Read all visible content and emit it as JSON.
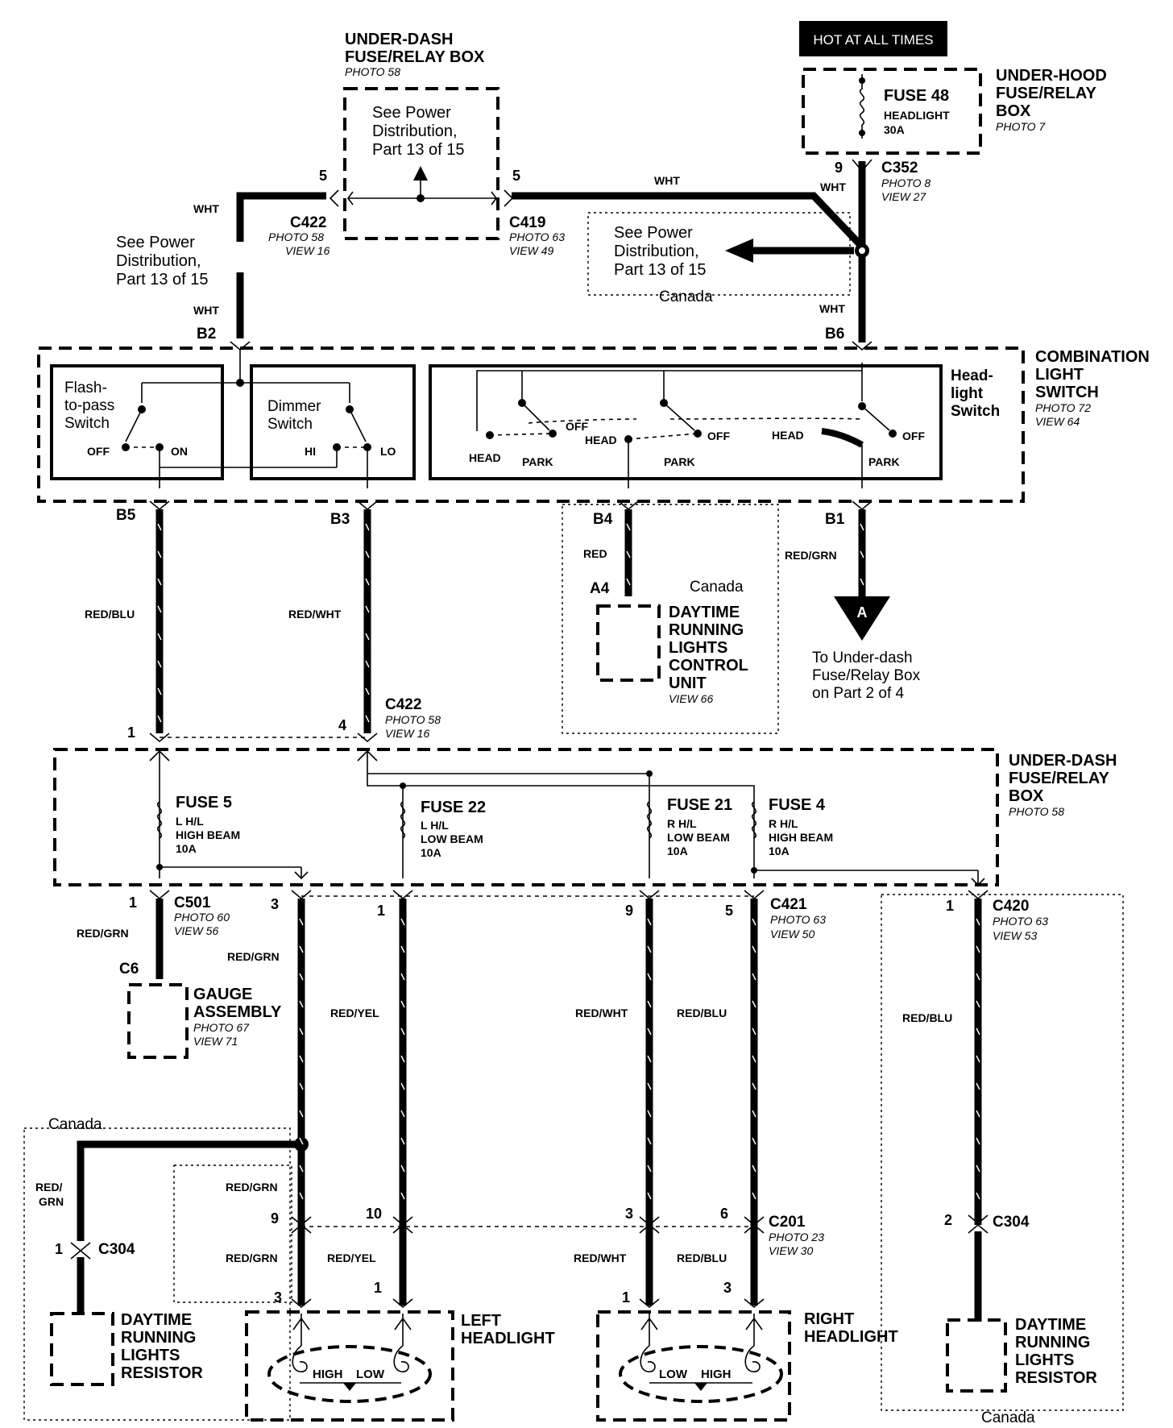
{
  "hot_label": "HOT AT ALL TIMES",
  "underhood_box": {
    "line1": "UNDER-HOOD",
    "line2": "FUSE/RELAY",
    "line3": "BOX",
    "photo": "PHOTO 7"
  },
  "fuse48": {
    "name": "FUSE 48",
    "desc": "HEADLIGHT",
    "rating": "30A"
  },
  "underdash_top": {
    "line1": "UNDER-DASH",
    "line2": "FUSE/RELAY BOX",
    "photo": "PHOTO 58"
  },
  "power_ref": {
    "line1": "See Power",
    "line2": "Distribution,",
    "line3": "Part 13 of 15"
  },
  "canada": "Canada",
  "wires": {
    "wht": "WHT",
    "red_blu": "RED/BLU",
    "red_wht": "RED/WHT",
    "red": "RED",
    "red_grn": "RED/GRN",
    "red_yel": "RED/YEL",
    "grn": "GRN",
    "red_slash": "RED/"
  },
  "conn": {
    "c422_top": {
      "name": "C422",
      "photo": "PHOTO 58",
      "view": "VIEW 16"
    },
    "c419": {
      "name": "C419",
      "photo": "PHOTO 63",
      "view": "VIEW 49"
    },
    "c352": {
      "name": "C352",
      "photo": "PHOTO 8",
      "view": "VIEW 27"
    },
    "c422_mid": {
      "name": "C422",
      "photo": "PHOTO 58",
      "view": "VIEW 16"
    },
    "c501": {
      "name": "C501",
      "photo": "PHOTO 60",
      "view": "VIEW 56"
    },
    "c421": {
      "name": "C421",
      "photo": "PHOTO 63",
      "view": "VIEW 50"
    },
    "c420": {
      "name": "C420",
      "photo": "PHOTO 63",
      "view": "VIEW 53"
    },
    "c201": {
      "name": "C201",
      "photo": "PHOTO 23",
      "view": "VIEW 30"
    },
    "c304": "C304",
    "c6": "C6"
  },
  "pins": {
    "p1": "1",
    "p2": "2",
    "p3": "3",
    "p4": "4",
    "p5": "5",
    "p6": "6",
    "p9": "9",
    "p10": "10",
    "B1": "B1",
    "B2": "B2",
    "B3": "B3",
    "B4": "B4",
    "B5": "B5",
    "B6": "B6",
    "A4": "A4"
  },
  "combo": {
    "line1": "COMBINATION",
    "line2": "LIGHT",
    "line3": "SWITCH",
    "photo": "PHOTO 72",
    "view": "VIEW 64"
  },
  "flash_switch": {
    "line1": "Flash-",
    "line2": "to-pass",
    "line3": "Switch",
    "off": "OFF",
    "on": "ON"
  },
  "dimmer_switch": {
    "line1": "Dimmer",
    "line2": "Switch",
    "hi": "HI",
    "lo": "LO"
  },
  "headlight_switch": {
    "line1": "Head-",
    "line2": "light",
    "line3": "Switch",
    "head": "HEAD",
    "park": "PARK",
    "off": "OFF"
  },
  "drl_control": {
    "line1": "DAYTIME",
    "line2": "RUNNING",
    "line3": "LIGHTS",
    "line4": "CONTROL",
    "line5": "UNIT",
    "view": "VIEW 66"
  },
  "arrow_a": {
    "letter": "A",
    "line1": "To Under-dash",
    "line2": "Fuse/Relay Box",
    "line3": "on Part 2 of 4"
  },
  "underdash_mid": {
    "line1": "UNDER-DASH",
    "line2": "FUSE/RELAY",
    "line3": "BOX",
    "photo": "PHOTO 58"
  },
  "fuses": [
    {
      "name": "FUSE 5",
      "l1": "L H/L",
      "l2": "HIGH BEAM",
      "rating": "10A"
    },
    {
      "name": "FUSE 22",
      "l1": "L H/L",
      "l2": "LOW BEAM",
      "rating": "10A"
    },
    {
      "name": "FUSE 21",
      "l1": "R H/L",
      "l2": "LOW BEAM",
      "rating": "10A"
    },
    {
      "name": "FUSE 4",
      "l1": "R H/L",
      "l2": "HIGH BEAM",
      "rating": "10A"
    }
  ],
  "gauge": {
    "line1": "GAUGE",
    "line2": "ASSEMBLY",
    "photo": "PHOTO 67",
    "view": "VIEW 71"
  },
  "drl_resistor": {
    "line1": "DAYTIME",
    "line2": "RUNNING",
    "line3": "LIGHTS",
    "line4": "RESISTOR"
  },
  "left_headlight": {
    "line1": "LEFT",
    "line2": "HEADLIGHT",
    "high": "HIGH",
    "low": "LOW"
  },
  "right_headlight": {
    "line1": "RIGHT",
    "line2": "HEADLIGHT",
    "high": "HIGH",
    "low": "LOW"
  }
}
